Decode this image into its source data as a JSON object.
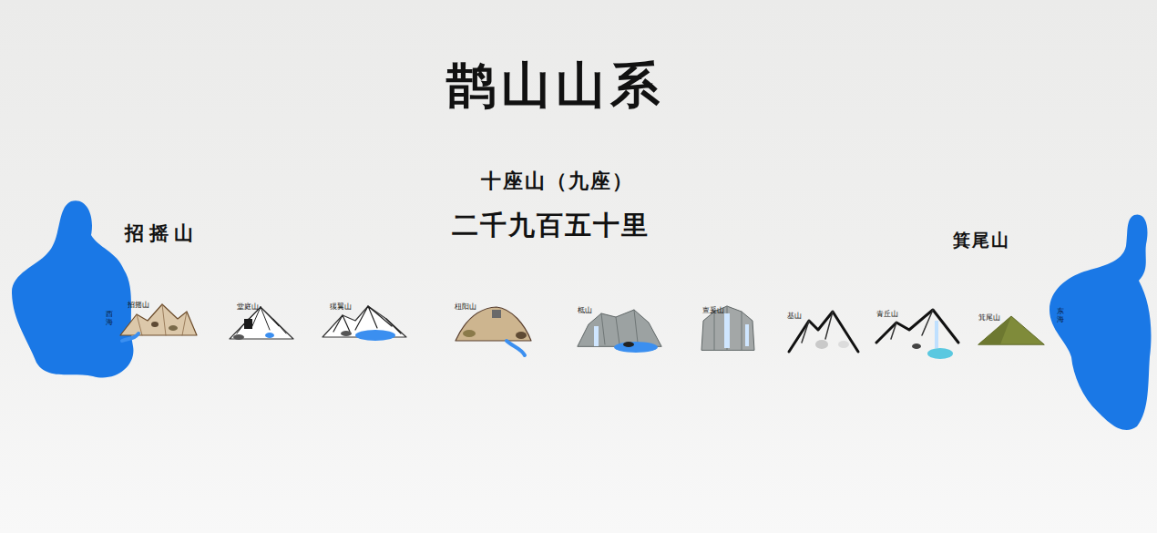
{
  "diagram": {
    "title": "鹊山山系",
    "nodes": [
      {
        "text": [
          "西海"
        ]
      },
      {
        "text": [
          "招摇山"
        ]
      },
      {
        "text": [
          "堂庭山"
        ]
      },
      {
        "text": [
          "猨翼山"
        ]
      },
      {
        "text": [
          "杻阳山"
        ]
      },
      {
        "text": [
          "柢山"
        ]
      },
      {
        "text": [
          "亶爰山"
        ]
      },
      {
        "text": [
          "基山"
        ]
      },
      {
        "text": [
          "青丘山"
        ]
      },
      {
        "text": [
          "箕尾山"
        ]
      },
      {
        "text": [
          "东海"
        ]
      }
    ],
    "labels": [
      "十座山（九座）",
      "二千九百五十里",
      "招摇山",
      "箕尾山"
    ]
  }
}
